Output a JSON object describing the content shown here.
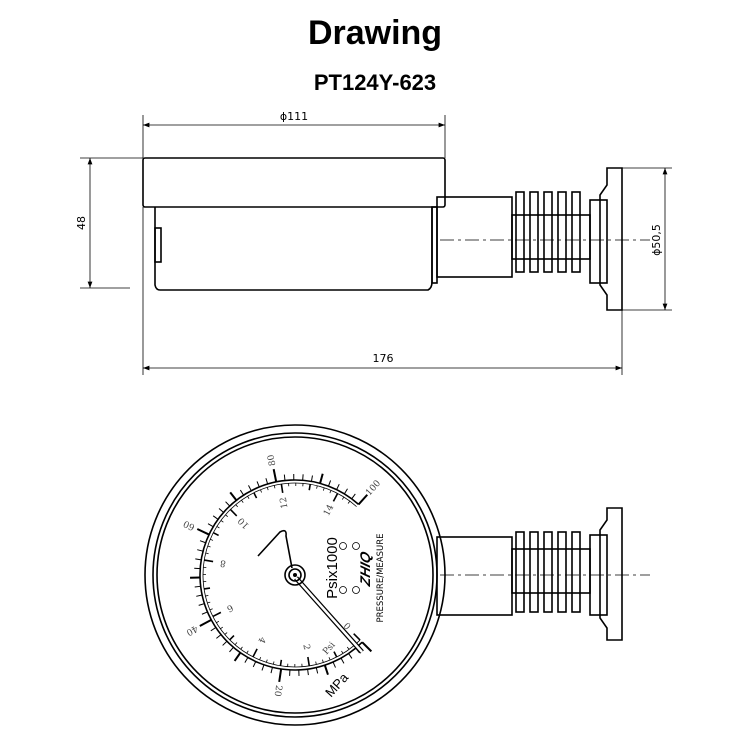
{
  "header": {
    "title": "Drawing",
    "model": "PT124Y-623"
  },
  "side_view": {
    "dim_diameter": "ϕ111",
    "dim_height": "48",
    "dim_length": "176",
    "dim_flange": "ϕ50,5"
  },
  "dial": {
    "outer_scale_labels": [
      "20",
      "40",
      "60",
      "80",
      "100"
    ],
    "outer_scale_values": [
      20,
      40,
      60,
      80,
      100
    ],
    "inner_scale_labels": [
      "0",
      "2",
      "4",
      "6",
      "8",
      "10",
      "12",
      "14"
    ],
    "inner_scale_values": [
      0,
      2,
      4,
      6,
      8,
      10,
      12,
      14
    ],
    "unit_outer": "MPa",
    "unit_inner": "Psi",
    "multiplier": "Psix1000",
    "logo": "ZHIQ",
    "tagline": "PRESSURE/MEASURE"
  }
}
